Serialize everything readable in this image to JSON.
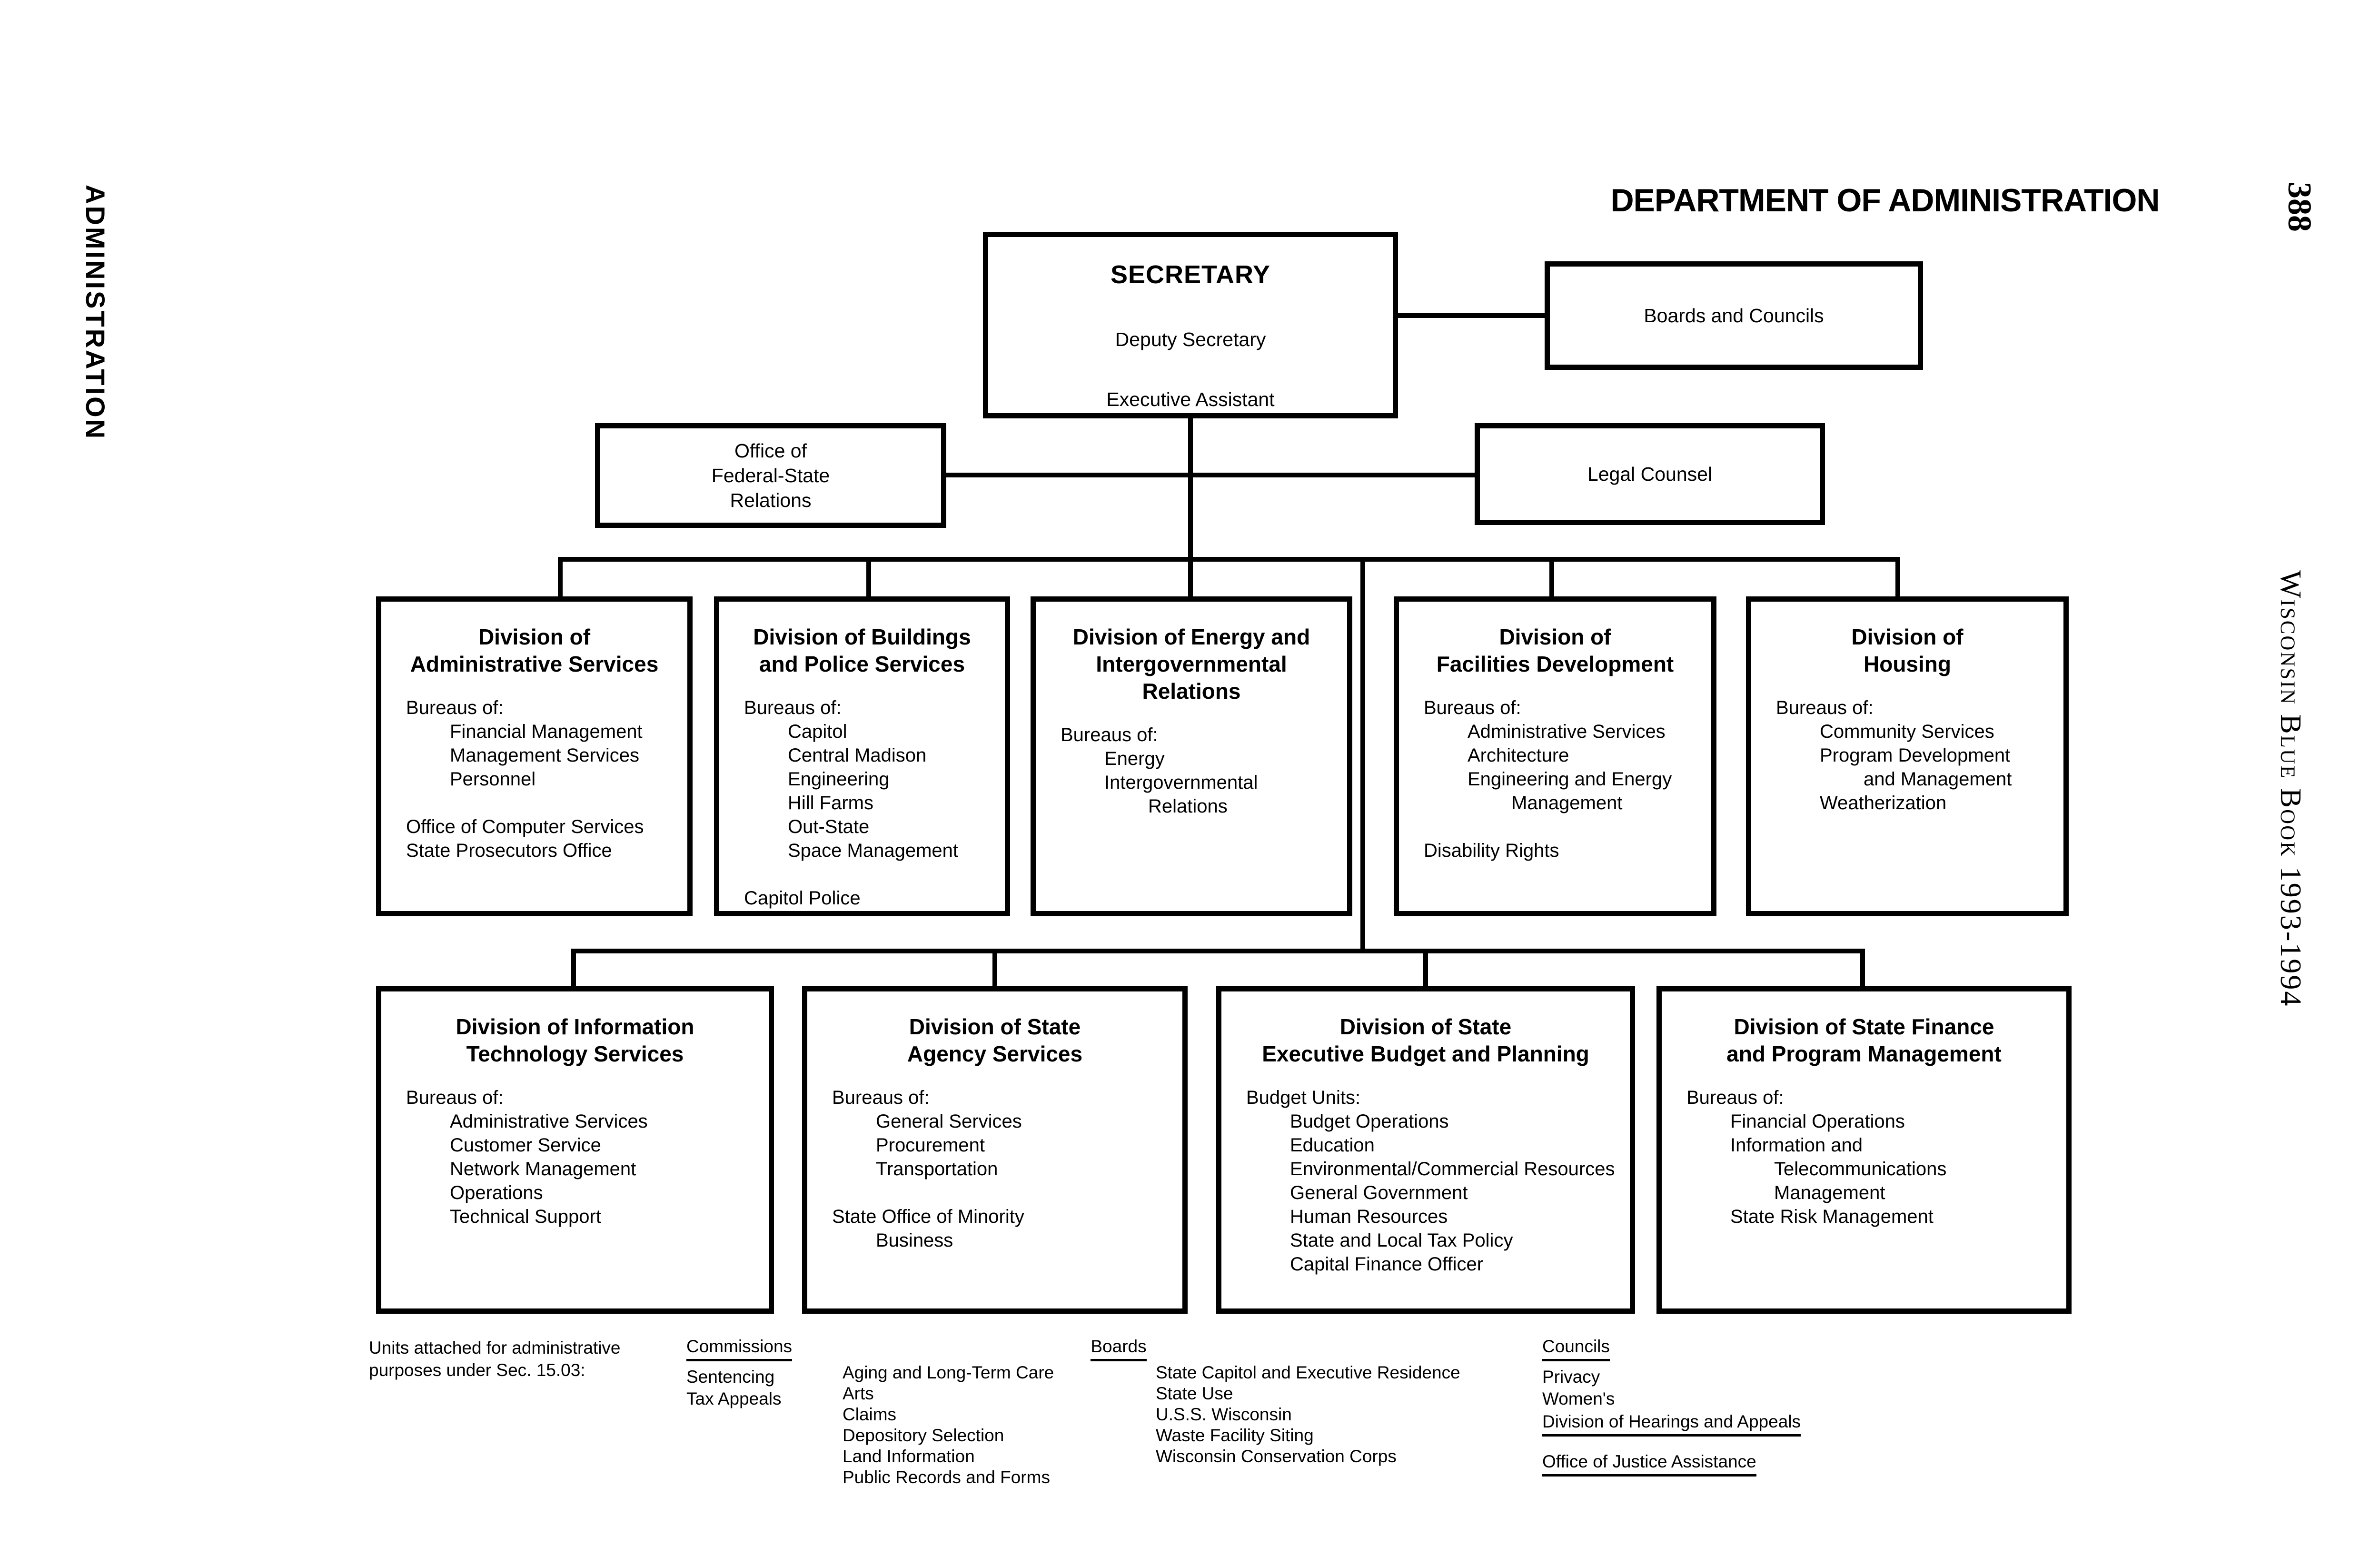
{
  "page": {
    "side_label": "ADMINISTRATION",
    "title": "DEPARTMENT OF ADMINISTRATION",
    "page_number": "388",
    "book_label": "Wisconsin Blue Book 1993-1994"
  },
  "chart": {
    "secretary": {
      "title": "SECRETARY",
      "deputy": "Deputy Secretary",
      "assistant": "Executive Assistant"
    },
    "boards_and_councils": "Boards and Councils",
    "office_federal_state": {
      "lines": [
        "Office of",
        "Federal-State",
        "Relations"
      ]
    },
    "legal_counsel": "Legal Counsel",
    "divisions_row1": [
      {
        "title": [
          "Division of",
          "Administrative Services"
        ],
        "lines": [
          {
            "t": "Bureaus of:",
            "i": 0
          },
          {
            "t": "Financial Management",
            "i": 1
          },
          {
            "t": "Management Services",
            "i": 1
          },
          {
            "t": "Personnel",
            "i": 1
          },
          {
            "t": "",
            "i": 0
          },
          {
            "t": "Office of Computer Services",
            "i": 0
          },
          {
            "t": "State Prosecutors Office",
            "i": 0
          }
        ]
      },
      {
        "title": [
          "Division of Buildings",
          "and Police Services"
        ],
        "lines": [
          {
            "t": "Bureaus of:",
            "i": 0
          },
          {
            "t": "Capitol",
            "i": 1
          },
          {
            "t": "Central Madison",
            "i": 1
          },
          {
            "t": "Engineering",
            "i": 1
          },
          {
            "t": "Hill Farms",
            "i": 1
          },
          {
            "t": "Out-State",
            "i": 1
          },
          {
            "t": "Space Management",
            "i": 1
          },
          {
            "t": "",
            "i": 0
          },
          {
            "t": "Capitol Police",
            "i": 0
          }
        ]
      },
      {
        "title": [
          "Division of Energy and",
          "Intergovernmental",
          "Relations"
        ],
        "lines": [
          {
            "t": "Bureaus of:",
            "i": 0
          },
          {
            "t": "Energy",
            "i": 1
          },
          {
            "t": "Intergovernmental",
            "i": 1
          },
          {
            "t": "Relations",
            "i": 2
          }
        ]
      },
      {
        "title": [
          "Division of",
          "Facilities Development"
        ],
        "lines": [
          {
            "t": "Bureaus of:",
            "i": 0
          },
          {
            "t": "Administrative Services",
            "i": 1
          },
          {
            "t": "Architecture",
            "i": 1
          },
          {
            "t": "Engineering and Energy",
            "i": 1
          },
          {
            "t": "Management",
            "i": 2
          },
          {
            "t": "",
            "i": 0
          },
          {
            "t": "Disability Rights",
            "i": 0
          }
        ]
      },
      {
        "title": [
          "Division of",
          "Housing"
        ],
        "lines": [
          {
            "t": "Bureaus of:",
            "i": 0
          },
          {
            "t": "Community Services",
            "i": 1
          },
          {
            "t": "Program Development",
            "i": 1
          },
          {
            "t": "and Management",
            "i": 2
          },
          {
            "t": "Weatherization",
            "i": 1
          }
        ]
      }
    ],
    "divisions_row2": [
      {
        "title": [
          "Division of Information",
          "Technology Services"
        ],
        "lines": [
          {
            "t": "Bureaus of:",
            "i": 0
          },
          {
            "t": "Administrative Services",
            "i": 1
          },
          {
            "t": "Customer Service",
            "i": 1
          },
          {
            "t": "Network Management",
            "i": 1
          },
          {
            "t": "Operations",
            "i": 1
          },
          {
            "t": "Technical Support",
            "i": 1
          }
        ]
      },
      {
        "title": [
          "Division of State",
          "Agency Services"
        ],
        "lines": [
          {
            "t": "Bureaus of:",
            "i": 0
          },
          {
            "t": "General Services",
            "i": 1
          },
          {
            "t": "Procurement",
            "i": 1
          },
          {
            "t": "Transportation",
            "i": 1
          },
          {
            "t": "",
            "i": 0
          },
          {
            "t": "State Office of Minority",
            "i": 0
          },
          {
            "t": "Business",
            "i": 1
          }
        ]
      },
      {
        "title": [
          "Division of State",
          "Executive Budget and Planning"
        ],
        "lines": [
          {
            "t": "Budget Units:",
            "i": 0
          },
          {
            "t": "Budget Operations",
            "i": 1
          },
          {
            "t": "Education",
            "i": 1
          },
          {
            "t": "Environmental/Commercial Resources",
            "i": 1
          },
          {
            "t": "General Government",
            "i": 1
          },
          {
            "t": "Human Resources",
            "i": 1
          },
          {
            "t": "State and Local Tax Policy",
            "i": 1
          },
          {
            "t": "Capital Finance Officer",
            "i": 1
          }
        ]
      },
      {
        "title": [
          "Division of State Finance",
          "and Program Management"
        ],
        "lines": [
          {
            "t": "Bureaus of:",
            "i": 0
          },
          {
            "t": "Financial Operations",
            "i": 1
          },
          {
            "t": "Information and",
            "i": 1
          },
          {
            "t": "Telecommunications",
            "i": 2
          },
          {
            "t": "Management",
            "i": 2
          },
          {
            "t": "State Risk Management",
            "i": 1
          }
        ]
      }
    ]
  },
  "footer": {
    "attached_note": [
      "Units attached for administrative",
      "purposes under Sec. 15.03:"
    ],
    "commissions": {
      "header": "Commissions",
      "items": [
        "Sentencing",
        "Tax Appeals"
      ]
    },
    "boards": {
      "header": "Boards",
      "col1": [
        "Aging and Long-Term Care",
        "Arts",
        "Claims",
        "Depository Selection",
        "Land Information",
        "Public Records and Forms"
      ],
      "col2": [
        "State Capitol and Executive Residence",
        "State Use",
        "U.S.S. Wisconsin",
        "Waste Facility Siting",
        "Wisconsin Conservation Corps"
      ]
    },
    "councils": {
      "header": "Councils",
      "items": [
        "Privacy",
        "Women's"
      ]
    },
    "hearings": "Division of Hearings and Appeals",
    "justice": "Office of Justice Assistance"
  }
}
